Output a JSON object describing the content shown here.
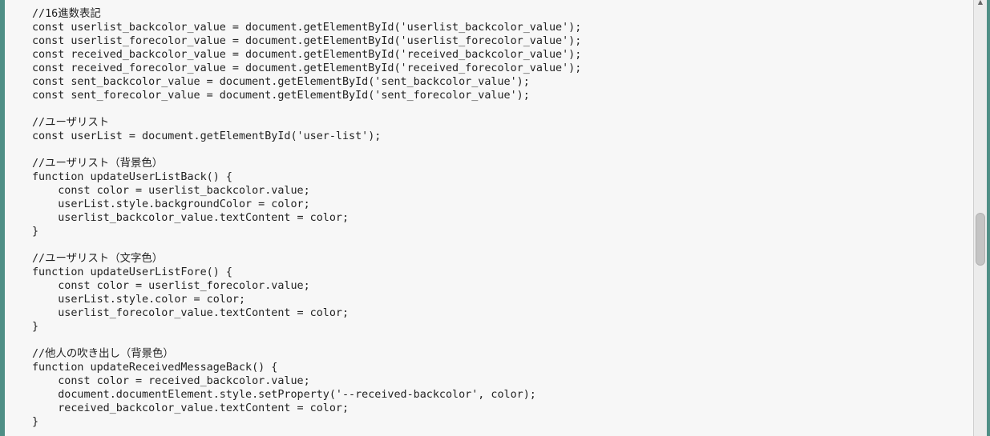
{
  "code": {
    "lines": [
      "//16進数表記",
      "const userlist_backcolor_value = document.getElementById('userlist_backcolor_value');",
      "const userlist_forecolor_value = document.getElementById('userlist_forecolor_value');",
      "const received_backcolor_value = document.getElementById('received_backcolor_value');",
      "const received_forecolor_value = document.getElementById('received_forecolor_value');",
      "const sent_backcolor_value = document.getElementById('sent_backcolor_value');",
      "const sent_forecolor_value = document.getElementById('sent_forecolor_value');",
      "",
      "//ユーザリスト",
      "const userList = document.getElementById('user-list');",
      "",
      "//ユーザリスト（背景色）",
      "function updateUserListBack() {",
      "    const color = userlist_backcolor.value;",
      "    userList.style.backgroundColor = color;",
      "    userlist_backcolor_value.textContent = color;",
      "}",
      "",
      "//ユーザリスト（文字色）",
      "function updateUserListFore() {",
      "    const color = userlist_forecolor.value;",
      "    userList.style.color = color;",
      "    userlist_forecolor_value.textContent = color;",
      "}",
      "",
      "//他人の吹き出し（背景色）",
      "function updateReceivedMessageBack() {",
      "    const color = received_backcolor.value;",
      "    document.documentElement.style.setProperty('--received-backcolor', color);",
      "    received_backcolor_value.textContent = color;",
      "}"
    ]
  },
  "scrollbar": {
    "up_arrow_icon": "triangle-up",
    "position_fraction": 0.55
  },
  "colors": {
    "background": "#f7f7f7",
    "text": "#222222",
    "frame": "#4f8f86"
  }
}
